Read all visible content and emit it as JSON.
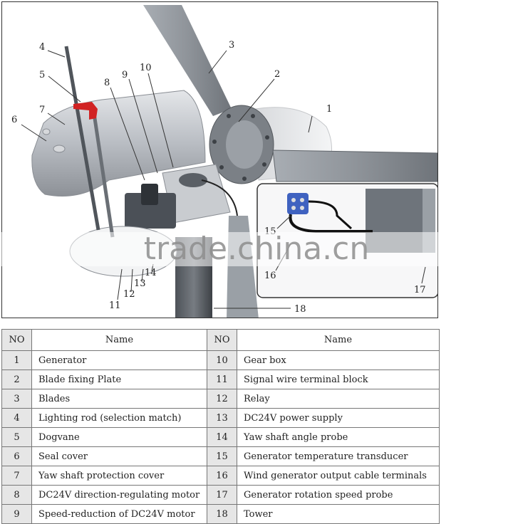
{
  "diagram": {
    "callouts": [
      {
        "num": "1"
      },
      {
        "num": "2"
      },
      {
        "num": "3"
      },
      {
        "num": "4"
      },
      {
        "num": "5"
      },
      {
        "num": "6"
      },
      {
        "num": "7"
      },
      {
        "num": "8"
      },
      {
        "num": "9"
      },
      {
        "num": "10"
      },
      {
        "num": "11"
      },
      {
        "num": "12"
      },
      {
        "num": "13"
      },
      {
        "num": "14"
      },
      {
        "num": "15"
      },
      {
        "num": "16"
      },
      {
        "num": "17"
      },
      {
        "num": "18"
      }
    ],
    "watermark": "trade.china.cn"
  },
  "table": {
    "headers": {
      "no_left": "NO",
      "name_left": "Name",
      "no_right": "NO",
      "name_right": "Name"
    },
    "rows": [
      {
        "l_no": "1",
        "l_name": "Generator",
        "r_no": "10",
        "r_name": "Gear box"
      },
      {
        "l_no": "2",
        "l_name": "Blade fixing Plate",
        "r_no": "11",
        "r_name": "Signal wire terminal block"
      },
      {
        "l_no": "3",
        "l_name": "Blades",
        "r_no": "12",
        "r_name": "Relay"
      },
      {
        "l_no": "4",
        "l_name": "Lighting rod (selection match)",
        "r_no": "13",
        "r_name": "DC24V power supply"
      },
      {
        "l_no": "5",
        "l_name": "Dogvane",
        "r_no": "14",
        "r_name": "Yaw shaft angle probe"
      },
      {
        "l_no": "6",
        "l_name": "Seal cover",
        "r_no": "15",
        "r_name": "Generator temperature transducer"
      },
      {
        "l_no": "7",
        "l_name": "Yaw shaft protection cover",
        "r_no": "16",
        "r_name": "Wind generator output cable terminals"
      },
      {
        "l_no": "8",
        "l_name": "DC24V direction-regulating motor",
        "r_no": "17",
        "r_name": "Generator rotation speed probe"
      },
      {
        "l_no": "9",
        "l_name": "Speed-reduction of DC24V motor",
        "r_no": "18",
        "r_name": "Tower"
      }
    ]
  }
}
